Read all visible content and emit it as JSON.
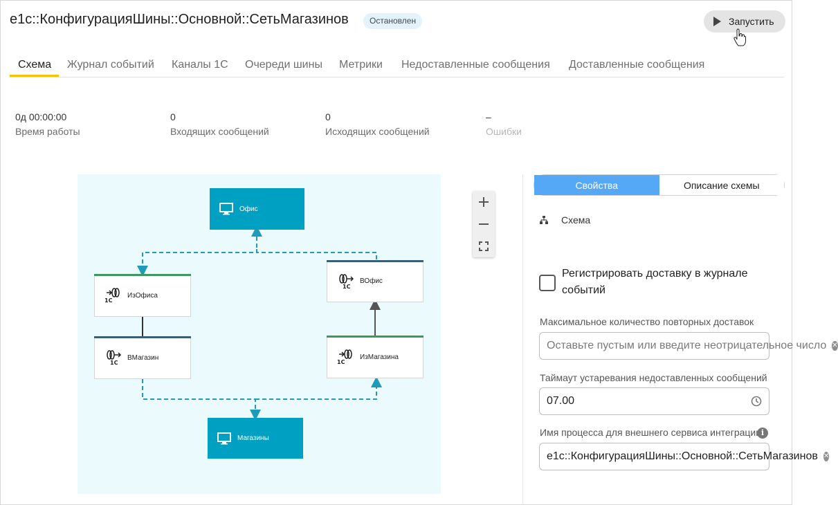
{
  "header": {
    "title": "e1c::КонфигурацияШины::Основной::СетьМагазинов",
    "status": "Остановлен",
    "run_label": "Запустить"
  },
  "tabs": [
    {
      "label": "Схема",
      "active": true
    },
    {
      "label": "Журнал событий"
    },
    {
      "label": "Каналы 1С"
    },
    {
      "label": "Очереди шины"
    },
    {
      "label": "Метрики"
    },
    {
      "label": "Недоставленные сообщения"
    },
    {
      "label": "Доставленные сообщения"
    }
  ],
  "stats": [
    {
      "value": "0д 00:00:00",
      "label": "Время работы"
    },
    {
      "value": "0",
      "label": "Входящих сообщений"
    },
    {
      "value": "0",
      "label": "Исходящих сообщений"
    },
    {
      "value": "–",
      "label": "Ошибки"
    }
  ],
  "schema": {
    "office": "Офис",
    "stores": "Магазины",
    "from_office": "ИзОфиса",
    "to_store": "ВМагазин",
    "to_office": "ВОфис",
    "from_store": "ИзМагазина"
  },
  "panel": {
    "tab_properties": "Свойства",
    "tab_description": "Описание схемы",
    "schema_label": "Схема",
    "register_delivery": "Регистрировать доставку в журнале событий",
    "max_retries_label": "Максимальное количество повторных доставок",
    "max_retries_placeholder": "Оставьте пустым или введите неотрицательное число",
    "timeout_label": "Таймаут устаревания недоставленных сообщений",
    "timeout_value": "07.00",
    "process_label": "Имя процесса для внешнего сервиса интеграции",
    "process_value": "e1c::КонфигурацияШины::Основной::СетьМагазинов"
  },
  "colors": {
    "accent": "#55a8f5",
    "endpoint": "#00a0c2",
    "tab_underline": "#f5c400",
    "input_bar": "#3a9a5b",
    "output_bar": "#3b5e78"
  }
}
